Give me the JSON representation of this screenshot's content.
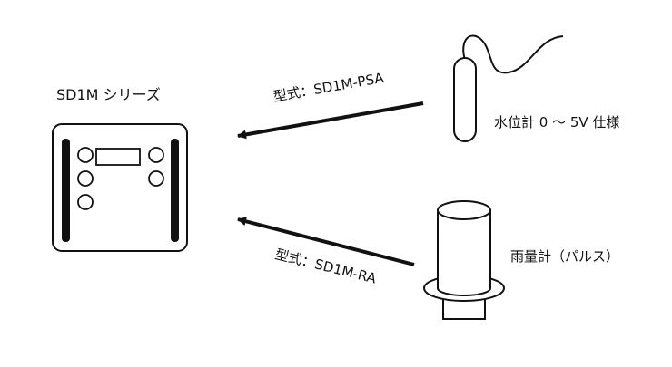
{
  "device": {
    "title": "SD1M シリーズ"
  },
  "links": {
    "top_label": "型式：SD1M-PSA",
    "bottom_label": "型式：SD1M-RA"
  },
  "sensors": {
    "water_level_label": "水位計 0 ～ 5V 仕様",
    "rain_gauge_label": "雨量計（パルス）"
  },
  "colors": {
    "ink": "#111111",
    "background": "#ffffff"
  }
}
